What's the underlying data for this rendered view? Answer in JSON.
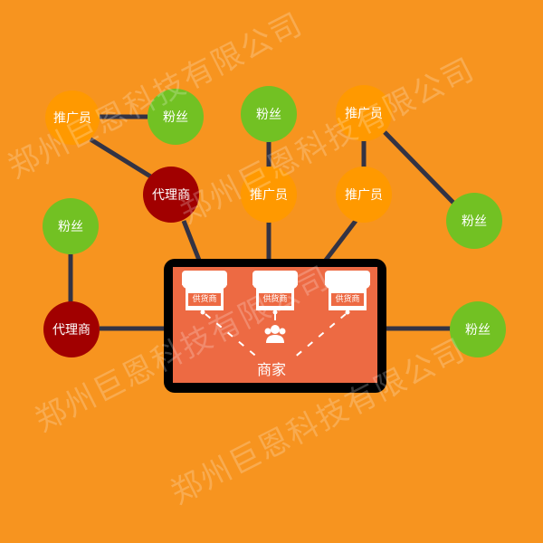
{
  "colors": {
    "background": "#F7941F",
    "promoter": "#FF9900",
    "fan": "#72C123",
    "agent": "#A10000",
    "device_frame": "#000000",
    "device_screen": "#ED6A43",
    "connector": "#333344"
  },
  "nodes": {
    "promoter_top_left": {
      "label": "推广员"
    },
    "fan_top_left": {
      "label": "粉丝"
    },
    "fan_top_center": {
      "label": "粉丝"
    },
    "promoter_top_right": {
      "label": "推广员"
    },
    "agent_upper": {
      "label": "代理商"
    },
    "promoter_mid_center": {
      "label": "推广员"
    },
    "promoter_mid_right": {
      "label": "推广员"
    },
    "fan_left": {
      "label": "粉丝"
    },
    "fan_right_upper": {
      "label": "粉丝"
    },
    "agent_left": {
      "label": "代理商"
    },
    "fan_right_lower": {
      "label": "粉丝"
    }
  },
  "device": {
    "suppliers": [
      {
        "label": "供货商",
        "icon": "storefront-icon"
      },
      {
        "label": "供货商",
        "icon": "storefront-icon"
      },
      {
        "label": "供货商",
        "icon": "storefront-icon"
      }
    ],
    "merchant": {
      "label": "商家",
      "icon": "user-group-icon"
    }
  },
  "watermark": {
    "text": "郑州巨恩科技有限公司"
  }
}
